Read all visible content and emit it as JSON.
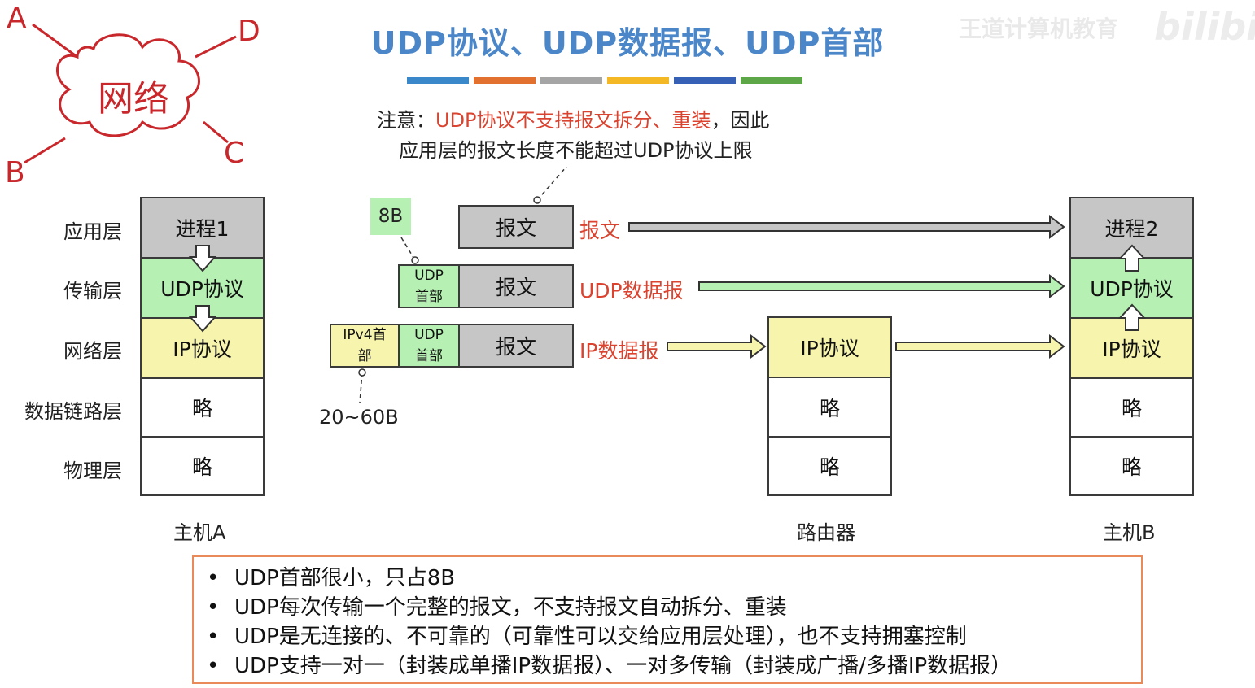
{
  "title": "UDP协议、UDP数据报、UDP首部",
  "watermark": "王道计算机教育",
  "watermark_logo": "bilibili",
  "title_bar_colors": [
    "#3a87c9",
    "#e2702e",
    "#a5a5a5",
    "#f4b824",
    "#3560b6",
    "#5ea748"
  ],
  "note": {
    "prefix": "注意：",
    "highlight": "UDP协议不支持报文拆分、重装",
    "suffix": "，因此",
    "line2": "应用层的报文长度不能超过UDP协议上限"
  },
  "sketch": {
    "center": "网络",
    "corners": [
      "A",
      "D",
      "C",
      "B"
    ]
  },
  "layers": [
    "应用层",
    "传输层",
    "网络层",
    "数据链路层",
    "物理层"
  ],
  "hostA": {
    "label": "主机A",
    "cells": [
      "进程1",
      "UDP协议",
      "IP协议",
      "略",
      "略"
    ]
  },
  "router": {
    "label": "路由器",
    "cells": [
      "IP协议",
      "略",
      "略"
    ]
  },
  "hostB": {
    "label": "主机B",
    "cells": [
      "进程2",
      "UDP协议",
      "IP协议",
      "略",
      "略"
    ]
  },
  "packets": {
    "size_udp_header": "8B",
    "size_ip_header": "20~60B",
    "message": "报文",
    "udp_header": "UDP首部",
    "udp_header_l1": "UDP",
    "udp_header_l2": "首部",
    "ipv4_header_l1": "IPv4首",
    "ipv4_header_l2": "部",
    "labels": [
      "报文",
      "UDP数据报",
      "IP数据报"
    ]
  },
  "bullets": [
    "UDP首部很小，只占8B",
    "UDP每次传输一个完整的报文，不支持报文自动拆分、重装",
    "UDP是无连接的、不可靠的（可靠性可以交给应用层处理），也不支持拥塞控制",
    "UDP支持一对一（封装成单播IP数据报）、一对多传输（封装成广播/多播IP数据报）"
  ]
}
